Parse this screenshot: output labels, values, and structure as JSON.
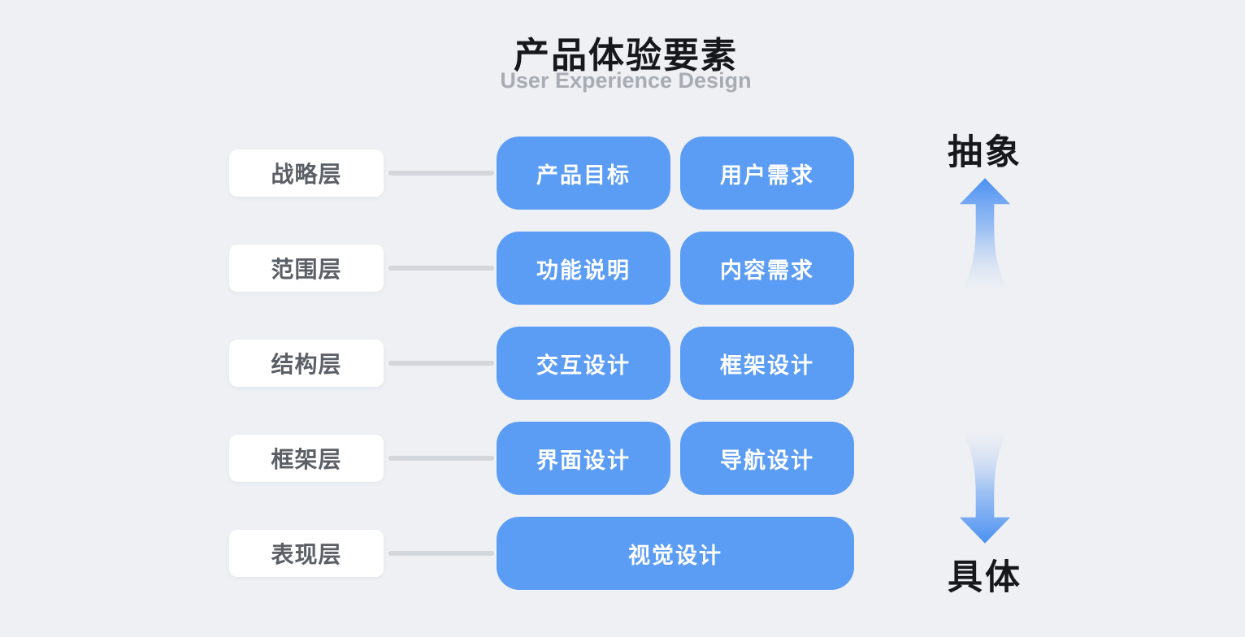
{
  "header": {
    "title": "产品体验要素",
    "subtitle": "User Experience Design"
  },
  "rows": [
    {
      "layer": "战略层",
      "items": [
        "产品目标",
        "用户需求"
      ]
    },
    {
      "layer": "范围层",
      "items": [
        "功能说明",
        "内容需求"
      ]
    },
    {
      "layer": "结构层",
      "items": [
        "交互设计",
        "框架设计"
      ]
    },
    {
      "layer": "框架层",
      "items": [
        "界面设计",
        "导航设计"
      ]
    },
    {
      "layer": "表现层",
      "items": [
        "视觉设计"
      ]
    }
  ],
  "axis": {
    "top_label": "抽象",
    "bottom_label": "具体"
  },
  "colors": {
    "background": "#eef0f4",
    "card_blue": "#5b9cf4",
    "card_white": "#ffffff",
    "label_text": "#5b5f66",
    "connector": "#d3d6db",
    "title": "#16181b",
    "subtitle": "#a8acb3",
    "arrow_blue": "#4a90f2"
  }
}
